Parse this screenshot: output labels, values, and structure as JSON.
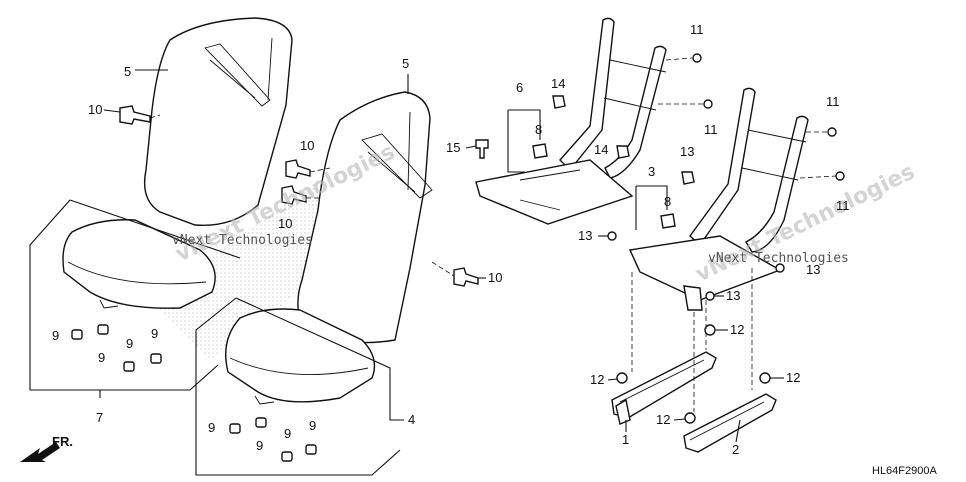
{
  "diagram_code": "HL64F2900A",
  "direction_label": "FR.",
  "watermarks": [
    "vNext Technologies",
    "vNext Technologies"
  ],
  "callouts": [
    {
      "id": "c5a",
      "text": "5"
    },
    {
      "id": "c5b",
      "text": "5"
    },
    {
      "id": "c10a",
      "text": "10"
    },
    {
      "id": "c10b",
      "text": "10"
    },
    {
      "id": "c10c",
      "text": "10"
    },
    {
      "id": "c10d",
      "text": "10"
    },
    {
      "id": "c7",
      "text": "7"
    },
    {
      "id": "c4",
      "text": "4"
    },
    {
      "id": "c9a",
      "text": "9"
    },
    {
      "id": "c9b",
      "text": "9"
    },
    {
      "id": "c9c",
      "text": "9"
    },
    {
      "id": "c9d",
      "text": "9"
    },
    {
      "id": "c9e",
      "text": "9"
    },
    {
      "id": "c9f",
      "text": "9"
    },
    {
      "id": "c9g",
      "text": "9"
    },
    {
      "id": "c9h",
      "text": "9"
    },
    {
      "id": "c6",
      "text": "6"
    },
    {
      "id": "c3",
      "text": "3"
    },
    {
      "id": "c8a",
      "text": "8"
    },
    {
      "id": "c8b",
      "text": "8"
    },
    {
      "id": "c14a",
      "text": "14"
    },
    {
      "id": "c14b",
      "text": "14"
    },
    {
      "id": "c15",
      "text": "15"
    },
    {
      "id": "c11a",
      "text": "11"
    },
    {
      "id": "c11b",
      "text": "11"
    },
    {
      "id": "c11c",
      "text": "11"
    },
    {
      "id": "c11d",
      "text": "11"
    },
    {
      "id": "c13a",
      "text": "13"
    },
    {
      "id": "c13b",
      "text": "13"
    },
    {
      "id": "c13c",
      "text": "13"
    },
    {
      "id": "c13d",
      "text": "13"
    },
    {
      "id": "c12a",
      "text": "12"
    },
    {
      "id": "c12b",
      "text": "12"
    },
    {
      "id": "c12c",
      "text": "12"
    },
    {
      "id": "c12d",
      "text": "12"
    },
    {
      "id": "c1",
      "text": "1"
    },
    {
      "id": "c2",
      "text": "2"
    }
  ]
}
